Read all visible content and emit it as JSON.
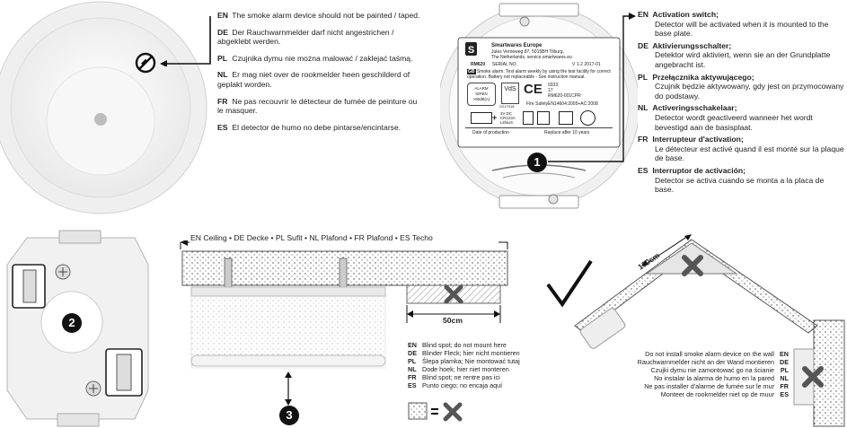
{
  "paint": {
    "EN": {
      "code": "EN",
      "text": "The smoke alarm device should not be painted / taped."
    },
    "DE": {
      "code": "DE",
      "text": "Der Rauchwarnmelder darf nicht angestrichen / abgeklebt werden."
    },
    "PL": {
      "code": "PL",
      "text": "Czujnika dymu nie można malować / zaklejać taśmą."
    },
    "NL": {
      "code": "NL",
      "text": "Er mag niet over de rookmelder heen geschilderd of geplakt worden."
    },
    "FR": {
      "code": "FR",
      "text": "Ne pas recouvrir le détecteur de fumée de peinture ou le masquer."
    },
    "ES": {
      "code": "ES",
      "text": "El detector de humo no debe pintarse/encintarse."
    }
  },
  "activation": [
    {
      "code": "EN",
      "title": "Activation switch;",
      "text": "Detector will be activated when it is mounted to the base plate."
    },
    {
      "code": "DE",
      "title": "Aktivierungsschalter;",
      "text": "Detektor wird aktiviert, wenn sie an der Grundplatte angebracht ist."
    },
    {
      "code": "PL",
      "title": "Przełącznika aktywującego;",
      "text": "Czujnik będzie aktywowany, gdy jest on przymocowany do podstawy."
    },
    {
      "code": "NL",
      "title": "Activeringsschakelaar;",
      "text": "Detector wordt geactiveerd wanneer het wordt bevestigd aan de basisplaat."
    },
    {
      "code": "FR",
      "title": "Interrupteur d'activation;",
      "text": "Le détecteur est activé quand il est monté sur la plaque de base."
    },
    {
      "code": "ES",
      "title": "Interruptor de activación;",
      "text": "Detector se activa cuando se monta a la placa de base."
    }
  ],
  "label": {
    "company": "Smartwares Europe",
    "addr1": "Jules Verneweg 87, 5015BH Tilburg,",
    "addr2": "The Netherlands, service.smartwares.eu",
    "model": "RM620",
    "serial": "SERIAL NO.",
    "version": "V 1-2 2017-01",
    "gb": "GB",
    "gb_text": "Smoke alarm. Test alarm weekly by using the test facility for correct operation. Battery not replaceable - See instruction manual.",
    "alarm1": "ALARM",
    "alarm2": "SIREN",
    "alarm3": ">85dB(A)",
    "vds": "VdS",
    "vds_no": "G217018",
    "ce1": "0333",
    "ce2": "17",
    "ce3": "RM620-001CPR",
    "fire": "Fire Safety",
    "norm": "EN14604:2005+AC:2008",
    "batt1": "3V DC",
    "batt2": "CR123A",
    "batt3": "Lithium",
    "prod": "Date of production",
    "replace": "Replace after 10 years"
  },
  "markers": {
    "one": "1",
    "two": "2",
    "three": "3"
  },
  "ceiling": {
    "header": "EN Ceiling • DE Decke • PL Sufit • NL Plafond • FR Plafond • ES Techo",
    "distance": "50cm"
  },
  "blindspot": [
    {
      "code": "EN",
      "text": "Blind spot; do not mount here"
    },
    {
      "code": "DE",
      "text": "Blinder Fleck; hier nicht montieren"
    },
    {
      "code": "PL",
      "text": "Ślepa plamka; Nie montować tutaj"
    },
    {
      "code": "NL",
      "text": "Dode hoek; hier niet monteren"
    },
    {
      "code": "FR",
      "text": "Blind spot; ne rentre pas ici"
    },
    {
      "code": "ES",
      "text": "Punto ciego; no encaja aquí"
    }
  ],
  "roof": {
    "distance": "100cm"
  },
  "wall": [
    {
      "code": "EN",
      "text": "Do not install smoke alarm device on the wall"
    },
    {
      "code": "DE",
      "text": "Rauchwarnmelder nicht an der Wand montieren"
    },
    {
      "code": "PL",
      "text": "Czujki dymu nie zamontować go na ścianie"
    },
    {
      "code": "NL",
      "text": "No instalar la alarma de humo en la pared"
    },
    {
      "code": "FR",
      "text": "Ne pas installer d'alarme de fumée sur le mur"
    },
    {
      "code": "ES",
      "text": "Monteer de rookmelder niet op de muur"
    }
  ],
  "colors": {
    "ink": "#222222",
    "grey": "#8a8a8a",
    "light": "#e6e6e6"
  }
}
